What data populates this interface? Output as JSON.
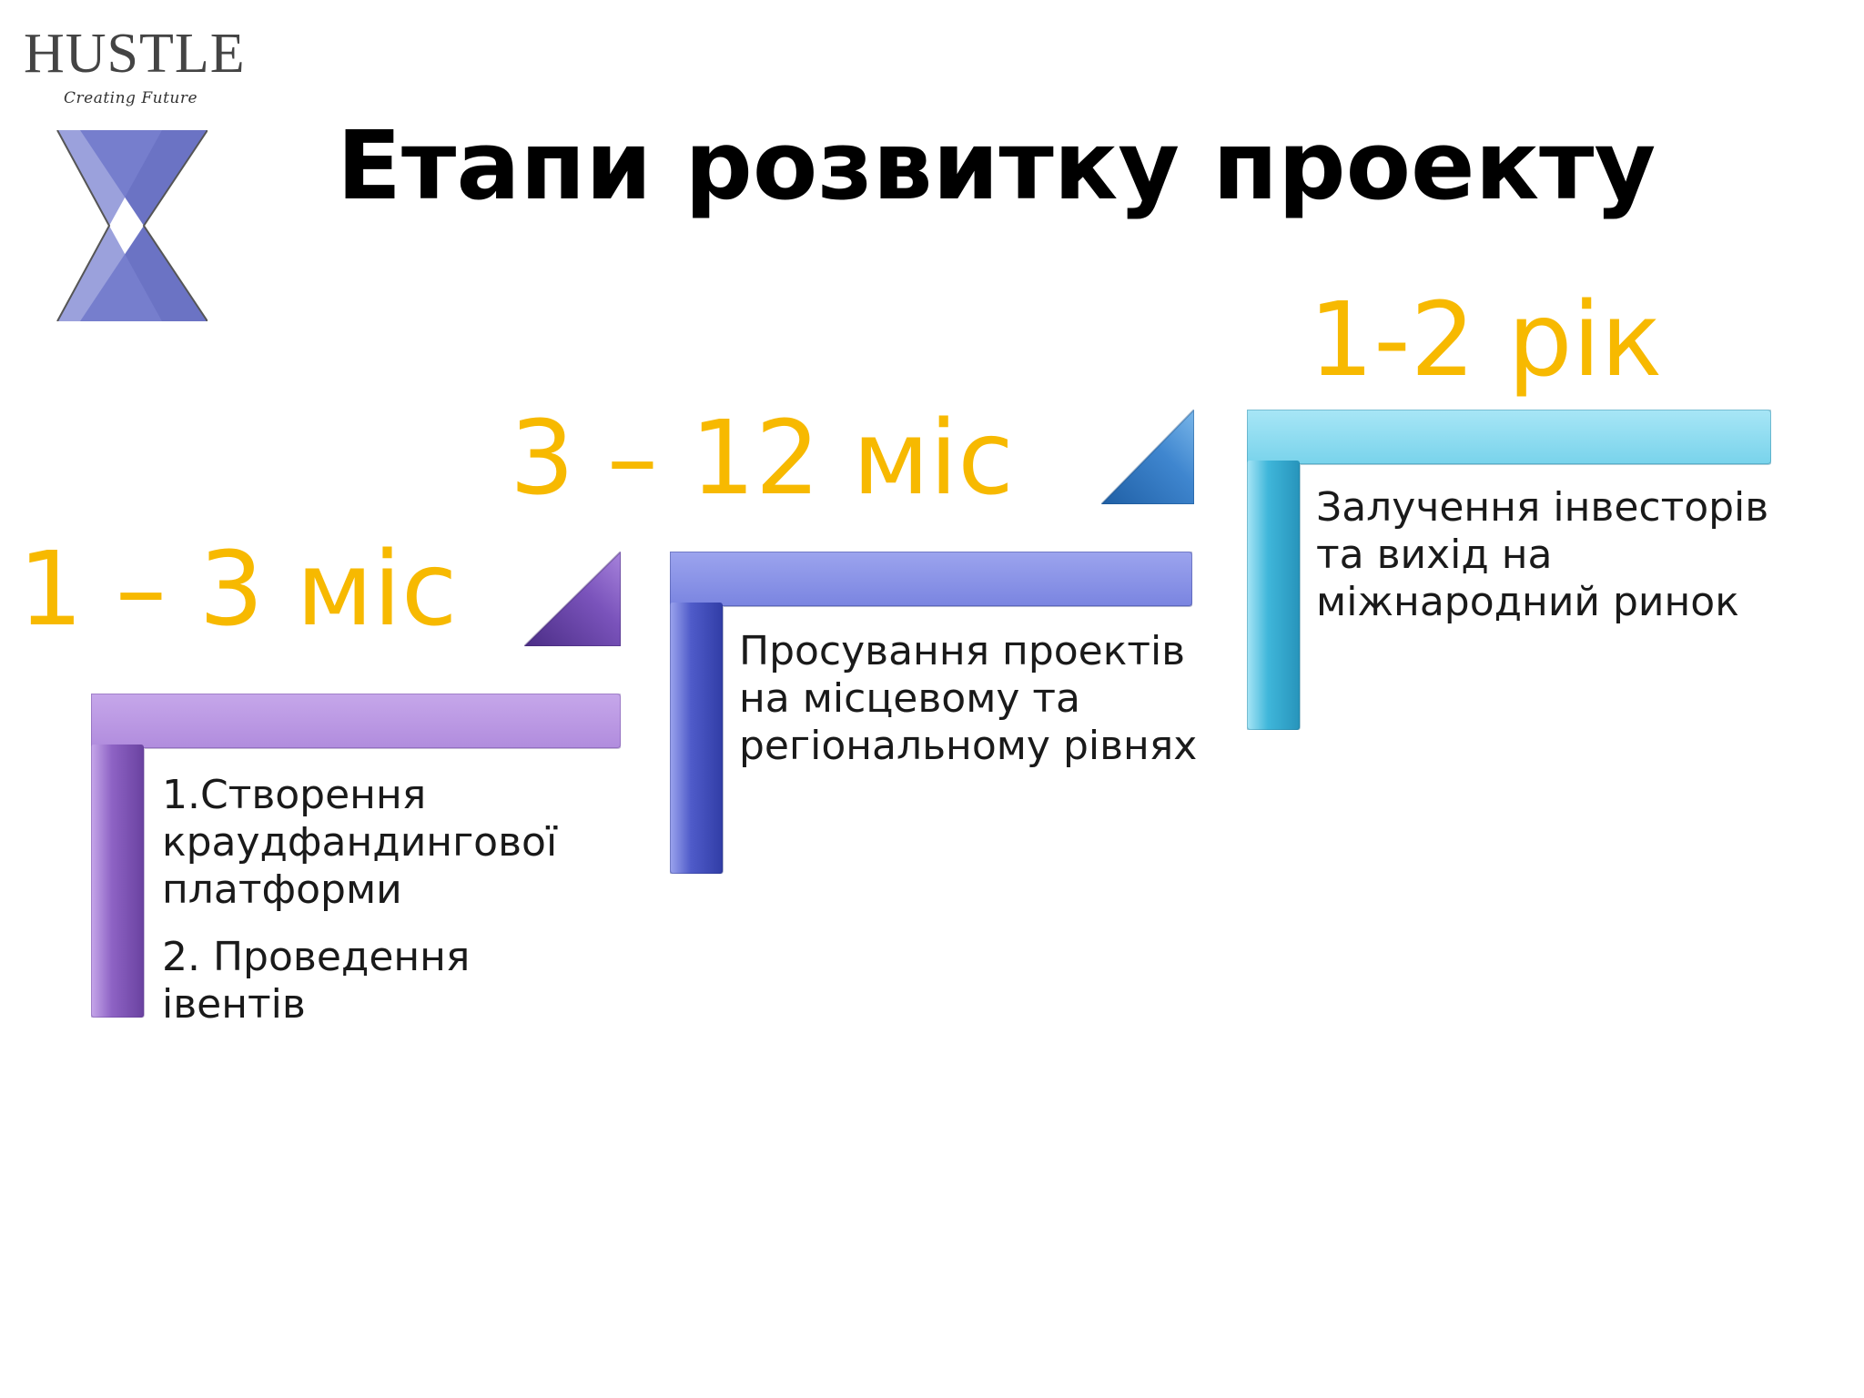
{
  "logo": {
    "word": "HUSTLE",
    "tagline": "Creating Future"
  },
  "title": "Етапи розвитку проекту",
  "stages": [
    {
      "period": "1 – 3 міс",
      "items": [
        "1.Створення краудфандингової платформи",
        "2. Проведення івентів"
      ],
      "color": "#8b5fc0"
    },
    {
      "period": "3 – 12 міс",
      "items": [
        "Просування проектів на місцевому та регіональному рівнях"
      ],
      "color": "#4a56c8"
    },
    {
      "period": "1-2 рік",
      "items": [
        "Залучення інвесторів та вихід на міжнародний ринок"
      ],
      "color": "#35aed6"
    }
  ],
  "colors": {
    "accent": "#f7b900",
    "logo_shape": "#6b73c4"
  }
}
